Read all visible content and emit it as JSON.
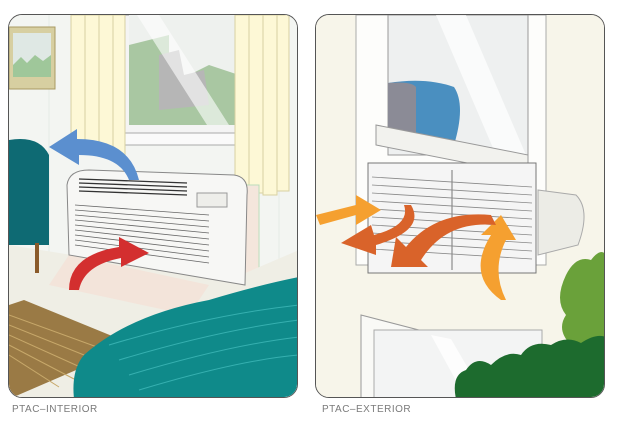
{
  "panels": [
    {
      "id": "interior",
      "caption": "PTAC–INTERIOR",
      "elements": [
        "wall-picture",
        "window",
        "curtains",
        "ptac-unit",
        "armchair",
        "rug",
        "bed",
        "cool-air-arrow",
        "return-air-arrow"
      ],
      "colors": {
        "cool_air": "#5b8fcf",
        "return_air": "#d32f2f",
        "bed": "#0f8a8a",
        "armchair": "#0e6a73",
        "curtain": "#fdf8d6",
        "rug": "#9a7a45"
      }
    },
    {
      "id": "exterior",
      "caption": "PTAC–EXTERIOR",
      "elements": [
        "upper-window",
        "exterior-grille",
        "wall-sleeve",
        "lower-window",
        "shrubs",
        "intake-arrows",
        "exhaust-arrows"
      ],
      "colors": {
        "intake": "#f5a030",
        "exhaust": "#d9632a",
        "shrub_light": "#6aa13a",
        "shrub_dark": "#1d6b2e",
        "wall": "#faf7ea"
      }
    }
  ]
}
